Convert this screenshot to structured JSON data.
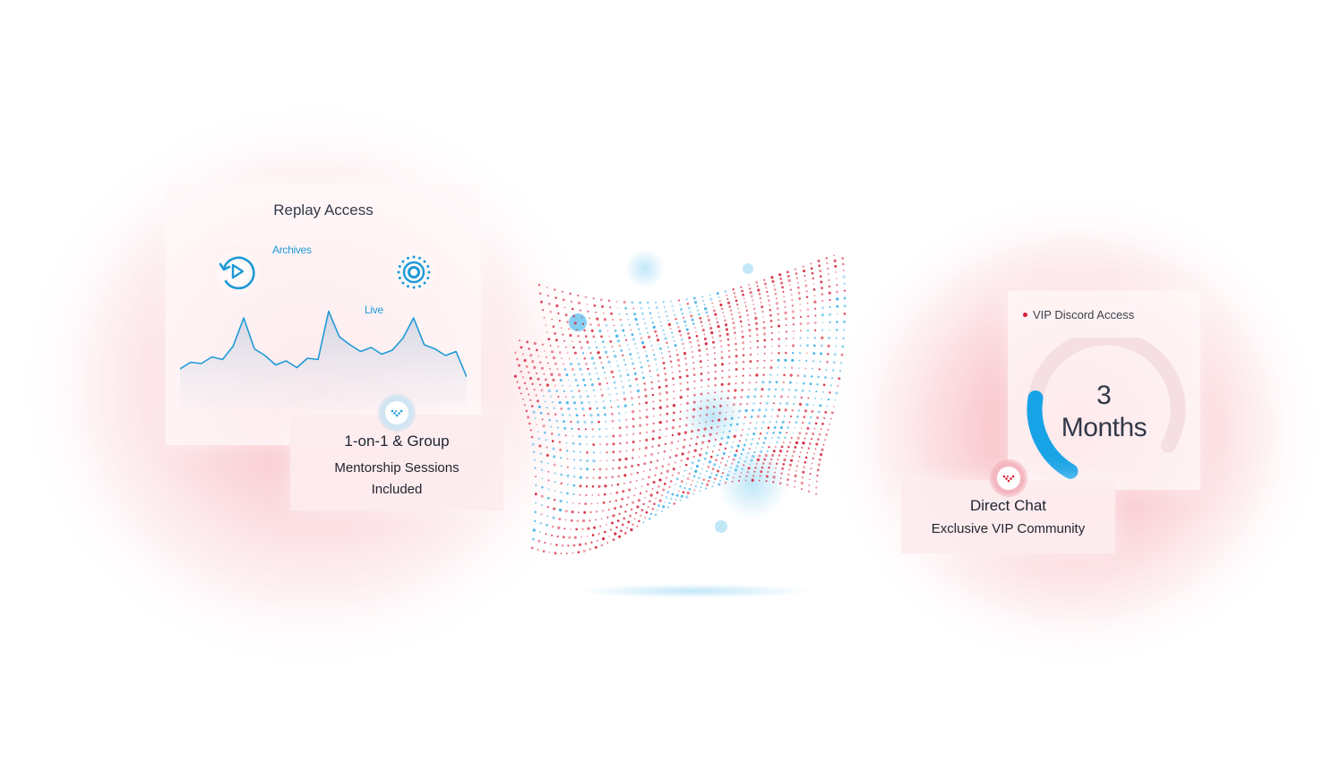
{
  "replay_card": {
    "title": "Replay Access",
    "label_archives": "Archives",
    "label_live": "Live",
    "chart_line": [
      388,
      383,
      384,
      379,
      381,
      371,
      350,
      373,
      378,
      385,
      382,
      387,
      380,
      381,
      345,
      364,
      370,
      375,
      372,
      377,
      374,
      365,
      350,
      370,
      373,
      378,
      375,
      394
    ]
  },
  "mentor_card": {
    "title": "1-on-1 & Group",
    "subtitle_line1": "Mentorship Sessions",
    "subtitle_line2": "Included"
  },
  "vip_card": {
    "title": "VIP Discord Access",
    "gauge_value": "3",
    "gauge_unit": "Months",
    "gauge_fill_fraction": 0.25,
    "accent_color": "#18a3e6",
    "track_color": "#f6dfe2"
  },
  "chat_card": {
    "title": "Direct Chat",
    "subtitle": "Exclusive VIP Community"
  },
  "colors": {
    "blue": "#1e9ad6",
    "red": "#d51f36",
    "text_dark": "#1d2230"
  },
  "icons": {
    "replay": "replay-icon",
    "live": "live-broadcast-icon",
    "badge_left": "check-chevron-icon",
    "badge_right": "check-chevron-icon"
  }
}
